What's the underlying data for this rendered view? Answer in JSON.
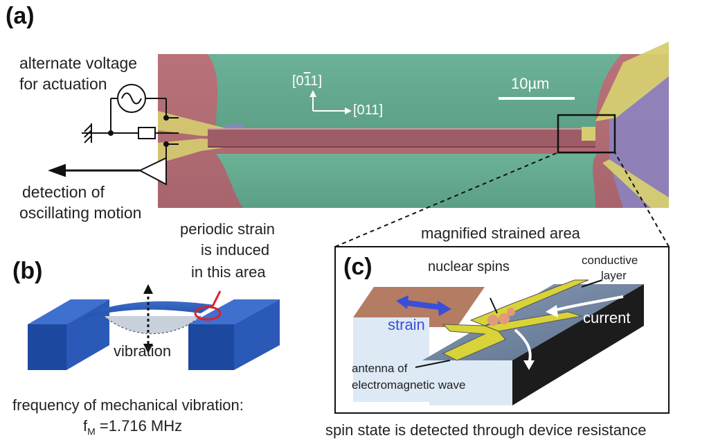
{
  "panels": {
    "a": "(a)",
    "b": "(b)",
    "c": "(c)"
  },
  "panel_a": {
    "actuation_line1": "alternate voltage",
    "actuation_line2": "for actuation",
    "detection_line1": "detection of",
    "detection_line2": "oscillating motion",
    "axis_y": "[0̅1\u00051]",
    "axis_y_main": "[0",
    "axis_y_bar": "1",
    "axis_y_end": "1]",
    "axis_x": "[011]",
    "scale_bar": "10µm"
  },
  "panel_b": {
    "strain_line1": "periodic strain",
    "strain_line2": "is induced",
    "strain_line3": "in this area",
    "vibration": "vibration",
    "freq_caption": "frequency of mechanical vibration:",
    "freq_symbol": "f",
    "freq_sub": "M",
    "freq_value": " =1.716 MHz"
  },
  "panel_c": {
    "magnified": "magnified strained area",
    "nuclear_spins": "nuclear spins",
    "conductive_line1": "conductive",
    "conductive_line2": "layer",
    "strain": "strain",
    "current": "current",
    "antenna_line1": "antenna of",
    "antenna_line2": "electromagnetic wave",
    "caption": "spin state is detected through device resistance"
  },
  "colors": {
    "substrate_pink": "#b8747c",
    "membrane_green": "#5fa88e",
    "gold": "#d8cf6a",
    "blue_contact": "#7f7fc0",
    "beam_blue": "#1f4fa8",
    "strain_arrow": "#3a4fd8",
    "device_slate": "#6f84a0",
    "strain_ring": "#e0202a"
  }
}
